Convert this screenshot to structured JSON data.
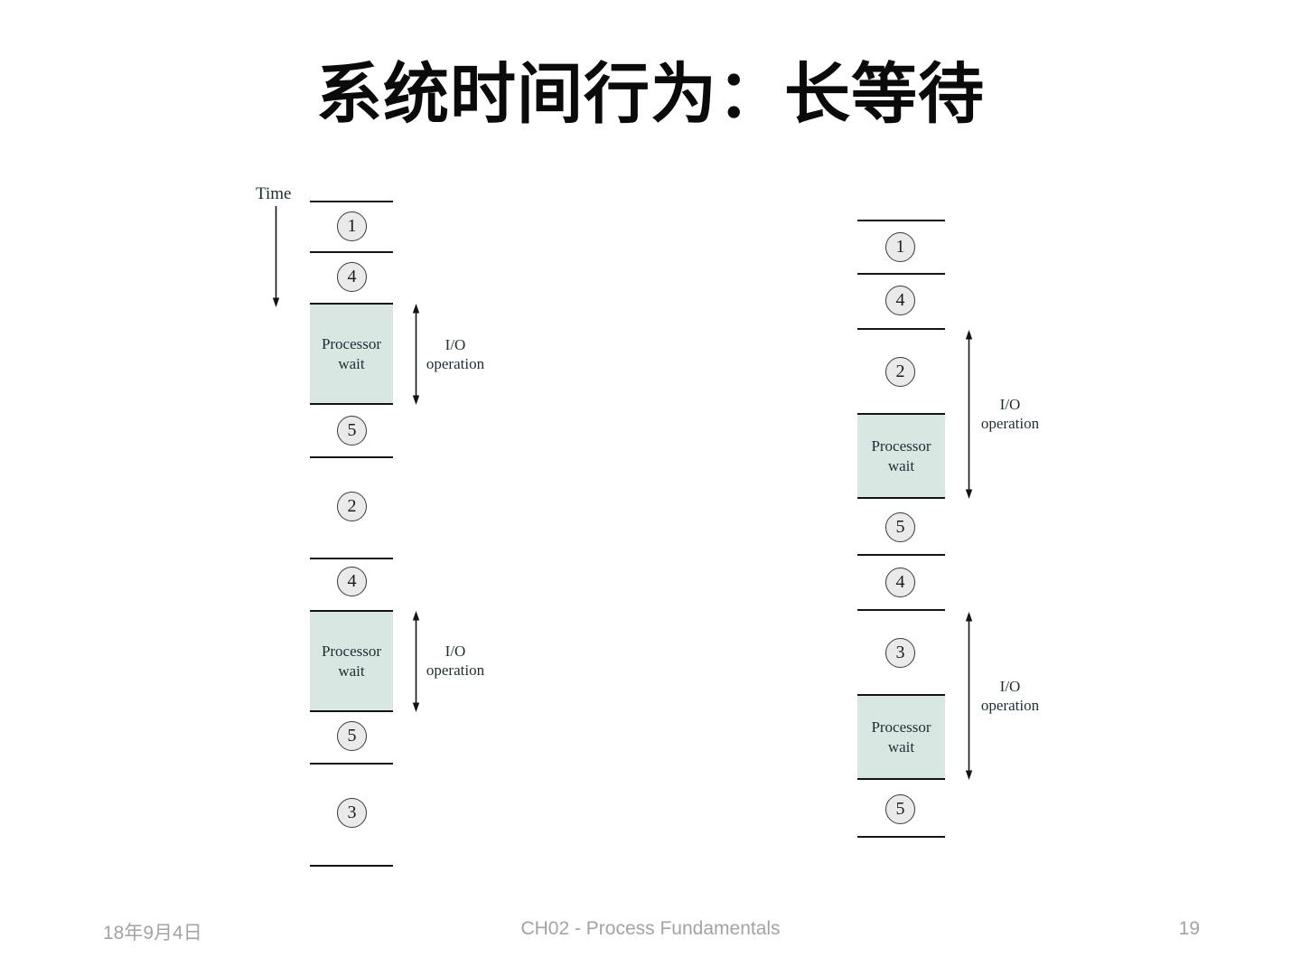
{
  "slide": {
    "title": "系统时间行为：长等待"
  },
  "diagram": {
    "time_label": "Time",
    "processor_wait_label": "Processor wait",
    "io_operation_label": "I/O operation",
    "left_column_circles": [
      "1",
      "4",
      "5",
      "2",
      "4",
      "5",
      "3"
    ],
    "right_column_circles": [
      "1",
      "4",
      "2",
      "5",
      "4",
      "3",
      "5"
    ]
  },
  "footer": {
    "date": "18年9月4日",
    "title": "CH02 - Process Fundamentals",
    "page_number": "19"
  },
  "colors": {
    "processor_wait_fill": "#d9e7e2",
    "circle_fill": "#eaeaea",
    "diagram_line": "#141414",
    "diagram_text": "#1e2d33",
    "footer_text": "#a3a3a3",
    "title_text": "#0a0a0a"
  }
}
